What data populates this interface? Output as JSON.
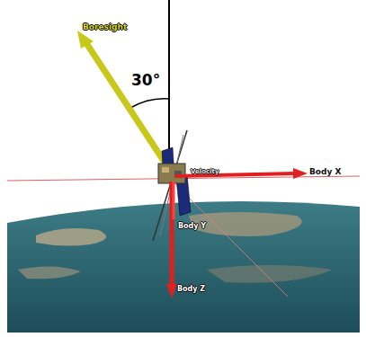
{
  "diagram": {
    "labels": [
      "Boresight",
      "30°",
      "Velocity",
      "Body X",
      "Body Y",
      "Body Z"
    ]
  }
}
